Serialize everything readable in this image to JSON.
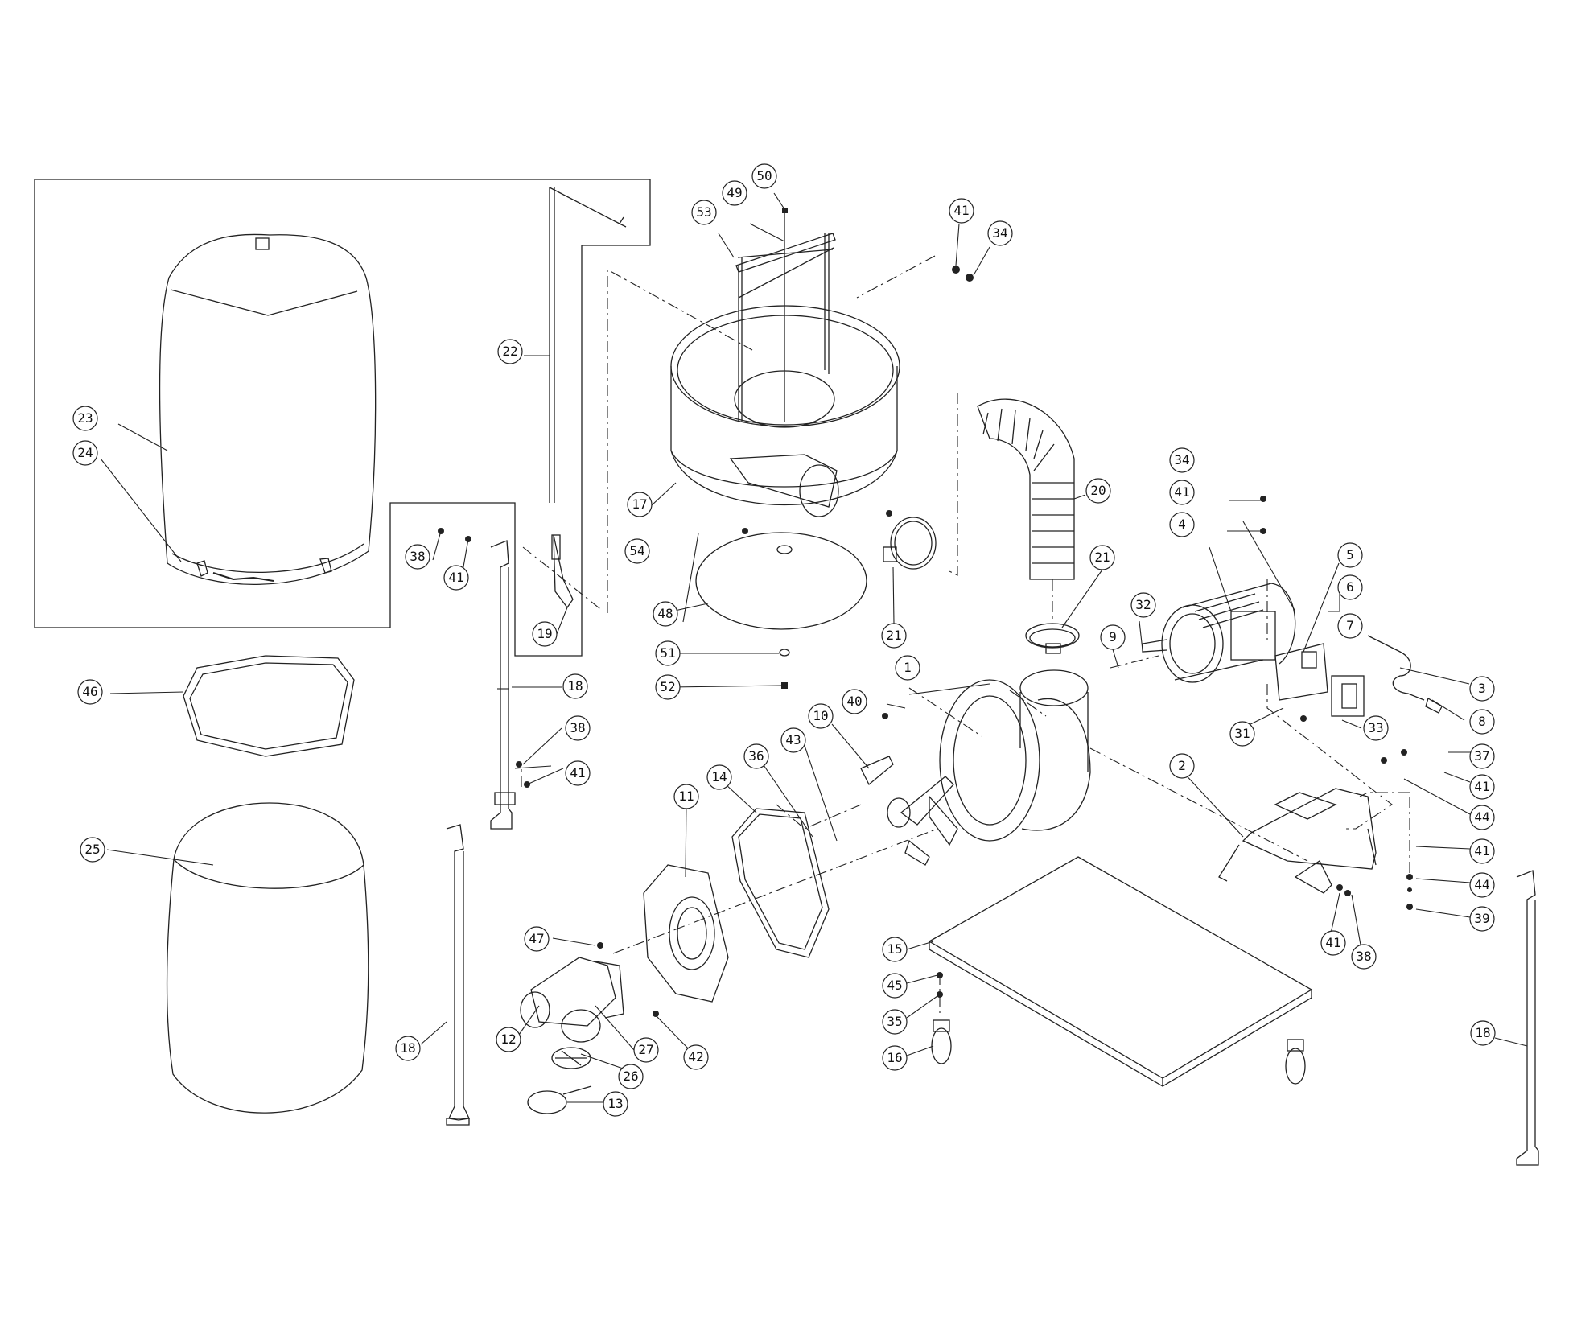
{
  "colors": {
    "line": "#222222",
    "background": "#ffffff"
  },
  "callouts": [
    {
      "id": "c1",
      "label": "1"
    },
    {
      "id": "c2",
      "label": "2"
    },
    {
      "id": "c3",
      "label": "3"
    },
    {
      "id": "c4",
      "label": "4"
    },
    {
      "id": "c5",
      "label": "5"
    },
    {
      "id": "c6",
      "label": "6"
    },
    {
      "id": "c7",
      "label": "7"
    },
    {
      "id": "c8",
      "label": "8"
    },
    {
      "id": "c9",
      "label": "9"
    },
    {
      "id": "c10",
      "label": "10"
    },
    {
      "id": "c11",
      "label": "11"
    },
    {
      "id": "c12",
      "label": "12"
    },
    {
      "id": "c13",
      "label": "13"
    },
    {
      "id": "c14",
      "label": "14"
    },
    {
      "id": "c15",
      "label": "15"
    },
    {
      "id": "c16",
      "label": "16"
    },
    {
      "id": "c17",
      "label": "17"
    },
    {
      "id": "c18a",
      "label": "18"
    },
    {
      "id": "c18b",
      "label": "18"
    },
    {
      "id": "c18c",
      "label": "18"
    },
    {
      "id": "c19",
      "label": "19"
    },
    {
      "id": "c20",
      "label": "20"
    },
    {
      "id": "c21a",
      "label": "21"
    },
    {
      "id": "c21b",
      "label": "21"
    },
    {
      "id": "c22",
      "label": "22"
    },
    {
      "id": "c23",
      "label": "23"
    },
    {
      "id": "c24",
      "label": "24"
    },
    {
      "id": "c25",
      "label": "25"
    },
    {
      "id": "c26",
      "label": "26"
    },
    {
      "id": "c27",
      "label": "27"
    },
    {
      "id": "c31",
      "label": "31"
    },
    {
      "id": "c32",
      "label": "32"
    },
    {
      "id": "c33",
      "label": "33"
    },
    {
      "id": "c34a",
      "label": "34"
    },
    {
      "id": "c34b",
      "label": "34"
    },
    {
      "id": "c35",
      "label": "35"
    },
    {
      "id": "c36",
      "label": "36"
    },
    {
      "id": "c37",
      "label": "37"
    },
    {
      "id": "c38a",
      "label": "38"
    },
    {
      "id": "c38b",
      "label": "38"
    },
    {
      "id": "c38c",
      "label": "38"
    },
    {
      "id": "c39",
      "label": "39"
    },
    {
      "id": "c40",
      "label": "40"
    },
    {
      "id": "c41a",
      "label": "41"
    },
    {
      "id": "c41b",
      "label": "41"
    },
    {
      "id": "c41c",
      "label": "41"
    },
    {
      "id": "c41d",
      "label": "41"
    },
    {
      "id": "c41e",
      "label": "41"
    },
    {
      "id": "c41f",
      "label": "41"
    },
    {
      "id": "c41g",
      "label": "41"
    },
    {
      "id": "c42",
      "label": "42"
    },
    {
      "id": "c43",
      "label": "43"
    },
    {
      "id": "c44a",
      "label": "44"
    },
    {
      "id": "c44b",
      "label": "44"
    },
    {
      "id": "c45",
      "label": "45"
    },
    {
      "id": "c46",
      "label": "46"
    },
    {
      "id": "c47",
      "label": "47"
    },
    {
      "id": "c48",
      "label": "48"
    },
    {
      "id": "c49",
      "label": "49"
    },
    {
      "id": "c50",
      "label": "50"
    },
    {
      "id": "c51",
      "label": "51"
    },
    {
      "id": "c52",
      "label": "52"
    },
    {
      "id": "c53",
      "label": "53"
    },
    {
      "id": "c54",
      "label": "54"
    }
  ]
}
